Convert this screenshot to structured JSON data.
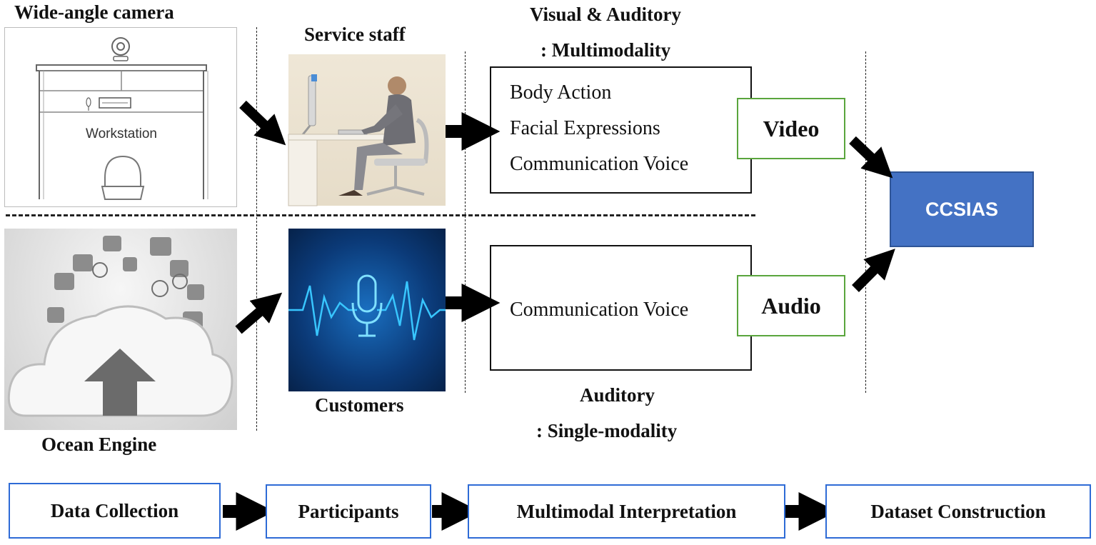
{
  "labels": {
    "wide_angle_camera": "Wide-angle camera",
    "workstation": "Workstation",
    "service_staff": "Service staff",
    "ocean_engine": "Ocean Engine",
    "customers": "Customers",
    "visual_auditory_line1": "Visual & Auditory",
    "visual_auditory_line2": ": Multimodality",
    "auditory_line1": "Auditory",
    "auditory_line2": ": Single-modality"
  },
  "multimodal_panel": {
    "items": [
      "Body Action",
      "Facial Expressions",
      "Communication Voice"
    ],
    "mode_label": "Video"
  },
  "single_panel": {
    "items": [
      "Communication Voice"
    ],
    "mode_label": "Audio"
  },
  "output": {
    "label": "CCSIAS"
  },
  "pipeline": {
    "steps": [
      "Data Collection",
      "Participants",
      "Multimodal Interpretation",
      "Dataset Construction"
    ]
  },
  "colors": {
    "accent_blue": "#4472c4",
    "step_border": "#2e6bd6",
    "mode_border": "#5aa53d"
  },
  "icons": [
    "webcam-icon",
    "desk-icon",
    "chair-icon",
    "person-at-computer-icon",
    "cloud-upload-icon",
    "microphone-waveform-icon",
    "arrow-icon"
  ]
}
